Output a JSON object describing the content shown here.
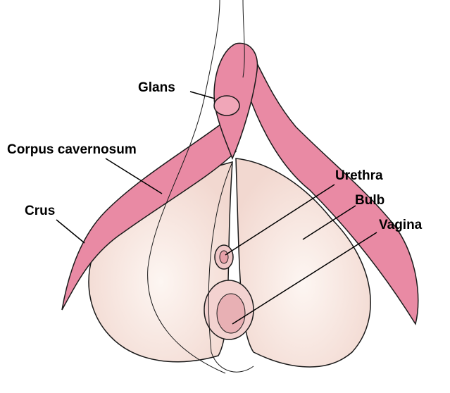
{
  "labels": {
    "glans": "Glans",
    "corpus_cavernosum": "Corpus cavernosum",
    "crus": "Crus",
    "urethra": "Urethra",
    "bulb": "Bulb",
    "vagina": "Vagina"
  },
  "colors": {
    "erectile_tissue": "#e98aa4",
    "bulb_tissue": "#f8e8e2",
    "outline": "#1a1a1a"
  }
}
